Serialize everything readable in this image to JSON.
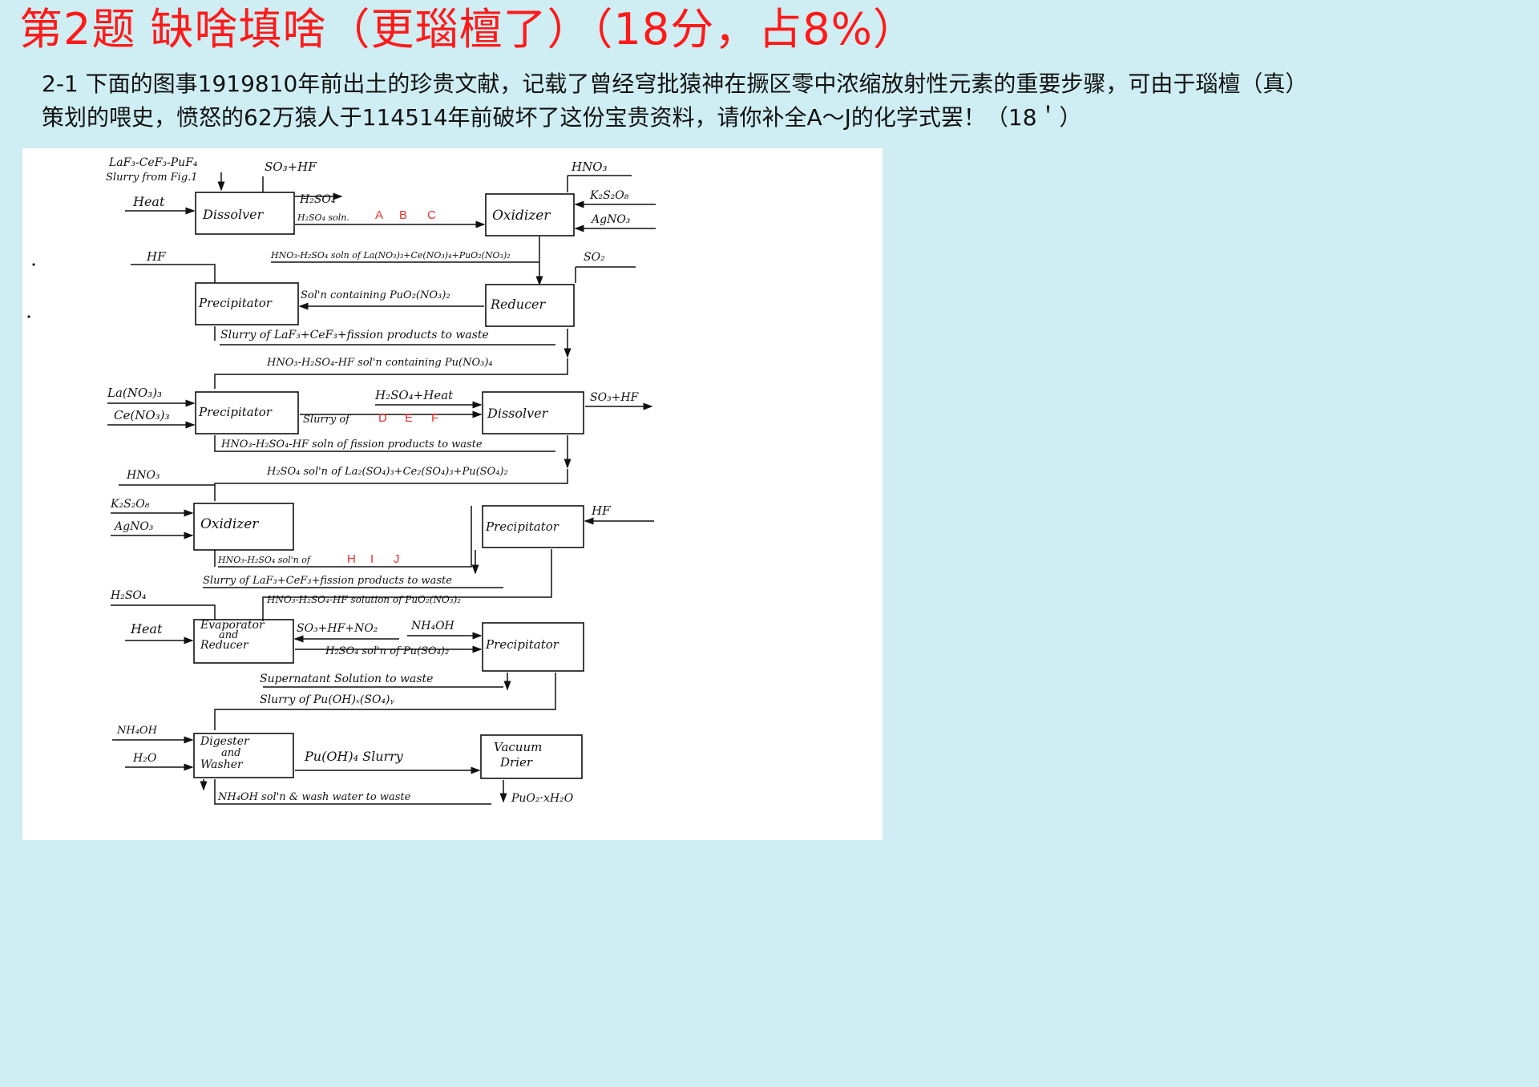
{
  "header": {
    "title": "第2题 缺啥填啥（更瑙檀了）（18分，占8%）"
  },
  "question": {
    "line1": "2-1 下面的图事1919810年前出土的珍贵文献，记载了曾经穹批猿神在撅区零中浓缩放射性元素的重要步骤，可由于瑙檀（真）",
    "line2": "策划的喂史，愤怒的62万猿人于114514年前破坏了这份宝贵资料，请你补全A～J的化学式罢！（18＇）"
  },
  "diagram": {
    "blocks": {
      "dissolver1": "Dissolver",
      "oxidizer1": "Oxidizer",
      "precipitator1": "Precipitator",
      "reducer1": "Reducer",
      "precipitator2": "Precipitator",
      "dissolver2": "Dissolver",
      "oxidizer2": "Oxidizer",
      "precipitator3": "Precipitator",
      "evaporator_l1": "Evaporator",
      "evaporator_l2": "and",
      "evaporator_l3": "Reducer",
      "precipitator4": "Precipitator",
      "digester_l1": "Digester",
      "digester_l2": "and",
      "digester_l3": "Washer",
      "vacuum_l1": "Vacuum",
      "vacuum_l2": "Drier"
    },
    "labels": {
      "feed1": "LaF₃-CeF₃-PuF₄",
      "feed2": "Slurry from Fig.1",
      "heat1": "Heat",
      "so3hf1": "SO₃+HF",
      "h2so4_1": "H₂SO₄",
      "h2so4soln": "H₂SO₄ soln.",
      "hno3_1": "HNO₃",
      "k2s2o8_1": "K₂S₂O₈",
      "agno3_1": "AgNO₃",
      "hf1": "HF",
      "mixed_soln": "HNO₃-H₂SO₄ soln of La(NO₃)₃+Ce(NO₃)₄+PuO₂(NO₃)₂",
      "so2": "SO₂",
      "puo2_soln": "Sol'n containing PuO₂(NO₃)₂",
      "slurry_waste1": "Slurry of LaF₃+CeF₃+fission products to waste",
      "pu_no3_soln": "HNO₃-H₂SO₄-HF sol'n containing Pu(NO₃)₄",
      "la_no3": "La(NO₃)₃",
      "ce_no3": "Ce(NO₃)₃",
      "h2so4_heat": "H₂SO₄+Heat",
      "slurry_of": "Slurry of",
      "so3hf2": "SO₃+HF",
      "fission_waste": "HNO₃-H₂SO₄-HF soln of fission products to waste",
      "sulfate_soln": "H₂SO₄ sol'n of La₂(SO₄)₃+Ce₂(SO₄)₃+Pu(SO₄)₂",
      "hno3_2": "HNO₃",
      "k2s2o8_2": "K₂S₂O₈",
      "agno3_2": "AgNO₃",
      "hf2": "HF",
      "soln_of": "HNO₃-H₂SO₄ sol'n of",
      "slurry_waste2": "Slurry of LaF₃+CeF₃+fission products to waste",
      "puo2_solution": "HNO₃-H₂SO₄-HF solution of PuO₂(NO₃)₂",
      "h2so4_2": "H₂SO₄",
      "heat2": "Heat",
      "so3_hf_no2": "SO₃+HF+NO₂",
      "nh4oh_1": "NH₄OH",
      "pu_so4_soln": "H₂SO₄ sol'n of Pu(SO₄)₂",
      "supernatant": "Supernatant Solution to waste",
      "pu_oh_so4": "Slurry of Pu(OH)ₓ(SO₄)ᵧ",
      "nh4oh_2": "NH₄OH",
      "h2o": "H₂O",
      "pu_oh4": "Pu(OH)₄ Slurry",
      "wash_waste": "NH₄OH sol'n & wash water to waste",
      "product": "PuO₂·xH₂O"
    },
    "blanks": {
      "a": "A",
      "b": "B",
      "c": "C",
      "d": "D",
      "e": "E",
      "f": "F",
      "h": "H",
      "i": "I",
      "j": "J"
    }
  }
}
